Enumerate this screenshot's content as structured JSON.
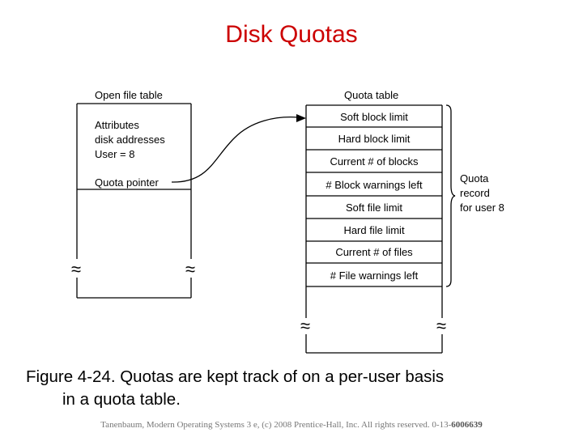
{
  "title": "Disk Quotas",
  "open_file_table": {
    "label": "Open file table",
    "lines": [
      "Attributes",
      "disk addresses",
      "User = 8"
    ],
    "pointer_label": "Quota pointer"
  },
  "quota_table": {
    "label": "Quota table",
    "fields": [
      "Soft block limit",
      "Hard block limit",
      "Current # of blocks",
      "# Block warnings left",
      "Soft file limit",
      "Hard file limit",
      "Current # of files",
      "# File warnings left"
    ]
  },
  "brace_label": [
    "Quota",
    "record",
    "for user 8"
  ],
  "break_symbol": "≈",
  "caption": {
    "line1": "Figure 4-24. Quotas are kept track of on a per-user basis",
    "line2": "in a quota table."
  },
  "footer": {
    "text": "Tanenbaum, Modern Operating Systems 3 e, (c) 2008 Prentice-Hall, Inc. All rights reserved. 0-13-",
    "isbn_suffix": "6006639"
  },
  "colors": {
    "title": "#cc0000",
    "lines": "#000000",
    "footer": "#777777"
  }
}
